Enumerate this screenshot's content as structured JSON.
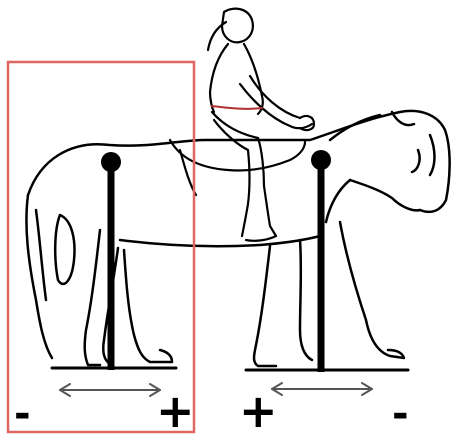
{
  "signs": {
    "left_minus": "-",
    "left_plus": "+",
    "right_plus": "+",
    "right_minus": "-"
  },
  "highlight": {
    "box_color": "#e06666",
    "region": "hindquarters"
  },
  "illustration": {
    "subject": "rider-on-horse-sketch",
    "markers": [
      "hind-leg-vertical-bar",
      "fore-leg-vertical-bar"
    ],
    "arrows": [
      "hind-stride-double-arrow",
      "fore-stride-double-arrow"
    ]
  }
}
